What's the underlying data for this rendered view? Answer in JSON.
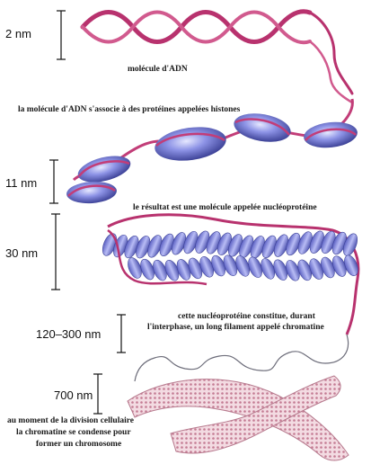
{
  "scales": [
    {
      "id": "s1",
      "label": "2 nm"
    },
    {
      "id": "s2",
      "label": "11 nm"
    },
    {
      "id": "s3",
      "label": "30 nm"
    },
    {
      "id": "s4",
      "label": "120–300 nm"
    },
    {
      "id": "s5",
      "label": "700 nm"
    }
  ],
  "captions": {
    "dna": "molécule d'ADN",
    "histones": "la molécule d'ADN s'associe à des protéines appelées histones",
    "nucleoprotein": "le résultat est une molécule appelée nucléoprotéine",
    "chromatin_1": "cette nucléoprotéine constitue, durant",
    "chromatin_2": "l'interphase, un long filament appelé chromatine",
    "division_1": "au moment de la division cellulaire",
    "division_2": "la chromatine se condense pour",
    "division_3": "former un chromosome"
  },
  "colors": {
    "dna_strand": "#b8326e",
    "histone": "#6b72d8",
    "histone_light": "#dfe1ff",
    "chromosome": "#e4b6c4",
    "filament": "#6d6d7a"
  }
}
